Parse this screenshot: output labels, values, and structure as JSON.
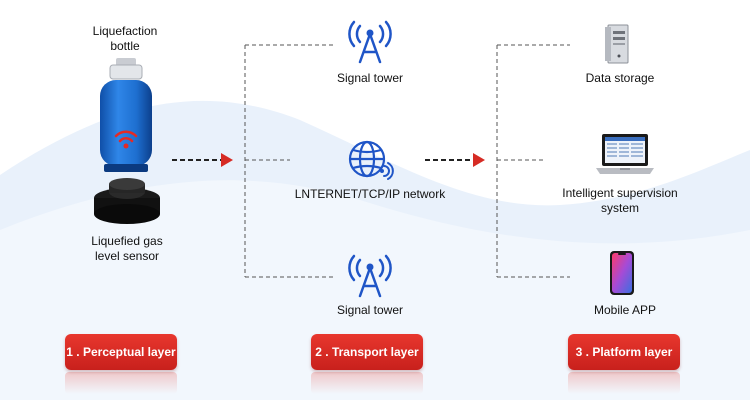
{
  "perceptual": {
    "bottle_label_line1": "Liquefaction",
    "bottle_label_line2": "bottle",
    "sensor_label_line1": "Liquefied gas",
    "sensor_label_line2": "level sensor",
    "layer_label": "1 . Perceptual layer"
  },
  "transport": {
    "tower_top_label": "Signal tower",
    "network_label": "LNTERNET/TCP/IP network",
    "tower_bottom_label": "Signal tower",
    "layer_label": "2 . Transport layer"
  },
  "platform": {
    "storage_label": "Data storage",
    "supervision_label_line1": "Intelligent supervision",
    "supervision_label_line2": "system",
    "mobile_label": "Mobile APP",
    "layer_label": "3 . Platform layer"
  },
  "colors": {
    "accent_red": "#d62b24",
    "icon_blue": "#1f55c7",
    "bottle_blue": "#1e6fd0",
    "wave_light_blue": "#e8f1fb"
  }
}
